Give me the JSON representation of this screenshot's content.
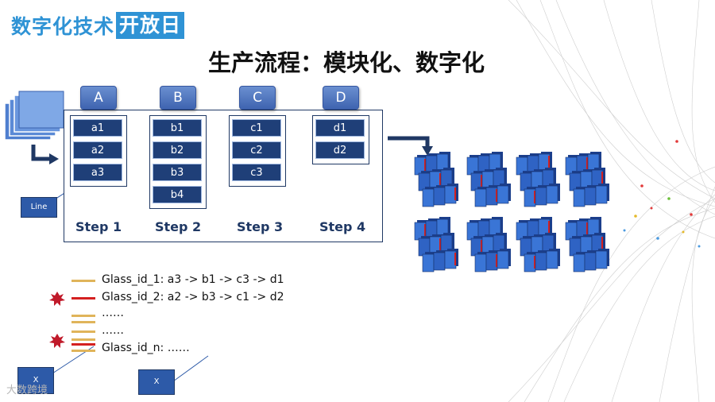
{
  "header": {
    "logo_part1": "数字化技术",
    "logo_part2": "开放日",
    "title": "生产流程：模块化、数字化"
  },
  "steps": [
    {
      "tab": "A",
      "label": "Step 1",
      "nodes": [
        "a1",
        "a2",
        "a3"
      ]
    },
    {
      "tab": "B",
      "label": "Step 2",
      "nodes": [
        "b1",
        "b2",
        "b3",
        "b4"
      ]
    },
    {
      "tab": "C",
      "label": "Step 3",
      "nodes": [
        "c1",
        "c2",
        "c3"
      ]
    },
    {
      "tab": "D",
      "label": "Step 4",
      "nodes": [
        "d1",
        "d2"
      ]
    }
  ],
  "callouts": {
    "line": "Line",
    "x1": "X",
    "x2": "X"
  },
  "legend": [
    {
      "color": "#e0b45a",
      "text": "Glass_id_1: a3 -> b1 -> c3 -> d1"
    },
    {
      "color": "#d42020",
      "text": "Glass_id_2: a2 -> b3 -> c1 -> d2"
    },
    {
      "color": "#e0b45a",
      "text": "……"
    },
    {
      "color": "#e0b45a",
      "text": "……"
    },
    {
      "color": "#e0b45a",
      "text": "Glass_id_n: ……"
    }
  ],
  "watermark": "大数跨境",
  "colors": {
    "gold": "#e0b45a",
    "red": "#d42020",
    "navy": "#1f3f78",
    "accent": "#2f93d5"
  }
}
